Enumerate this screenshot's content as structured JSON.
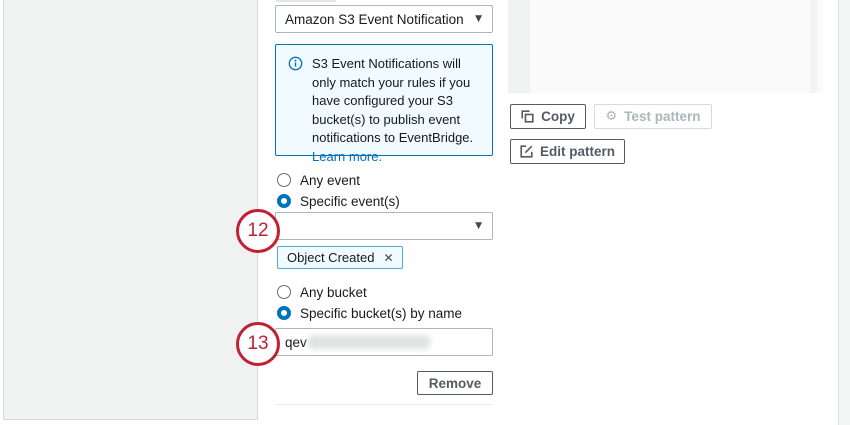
{
  "colors": {
    "accent_blue": "#0073bb",
    "alert_background": "#f1faff",
    "token_border": "#4dacdb",
    "button_text_gray": "#545b64",
    "annotation_red": "#c02032",
    "panel_gray": "#f0f1f1"
  },
  "icons": {
    "caret_down": "▼",
    "close": "✕",
    "gear": "⚙"
  },
  "annotations": {
    "marker_12": "12",
    "marker_13": "13"
  },
  "pattern_form": {
    "event_type_select": {
      "value": "Amazon S3 Event Notification"
    },
    "info_alert": {
      "message": "S3 Event Notifications will only match your rules if you have configured your S3 bucket(s) to publish event notifications to EventBridge. ",
      "link": "Learn more."
    },
    "event_options": [
      {
        "label": "Any event",
        "selected": false
      },
      {
        "label": "Specific event(s)",
        "selected": true
      }
    ],
    "event_select": {
      "value": ""
    },
    "event_token": {
      "label": "Object Created"
    },
    "bucket_options": [
      {
        "label": "Any bucket",
        "selected": false
      },
      {
        "label": "Specific bucket(s) by name",
        "selected": true
      }
    ],
    "bucket_input": {
      "value": "qev"
    },
    "remove_button": "Remove"
  },
  "pattern_actions": {
    "copy": "Copy",
    "test": "Test pattern",
    "edit": "Edit pattern"
  }
}
